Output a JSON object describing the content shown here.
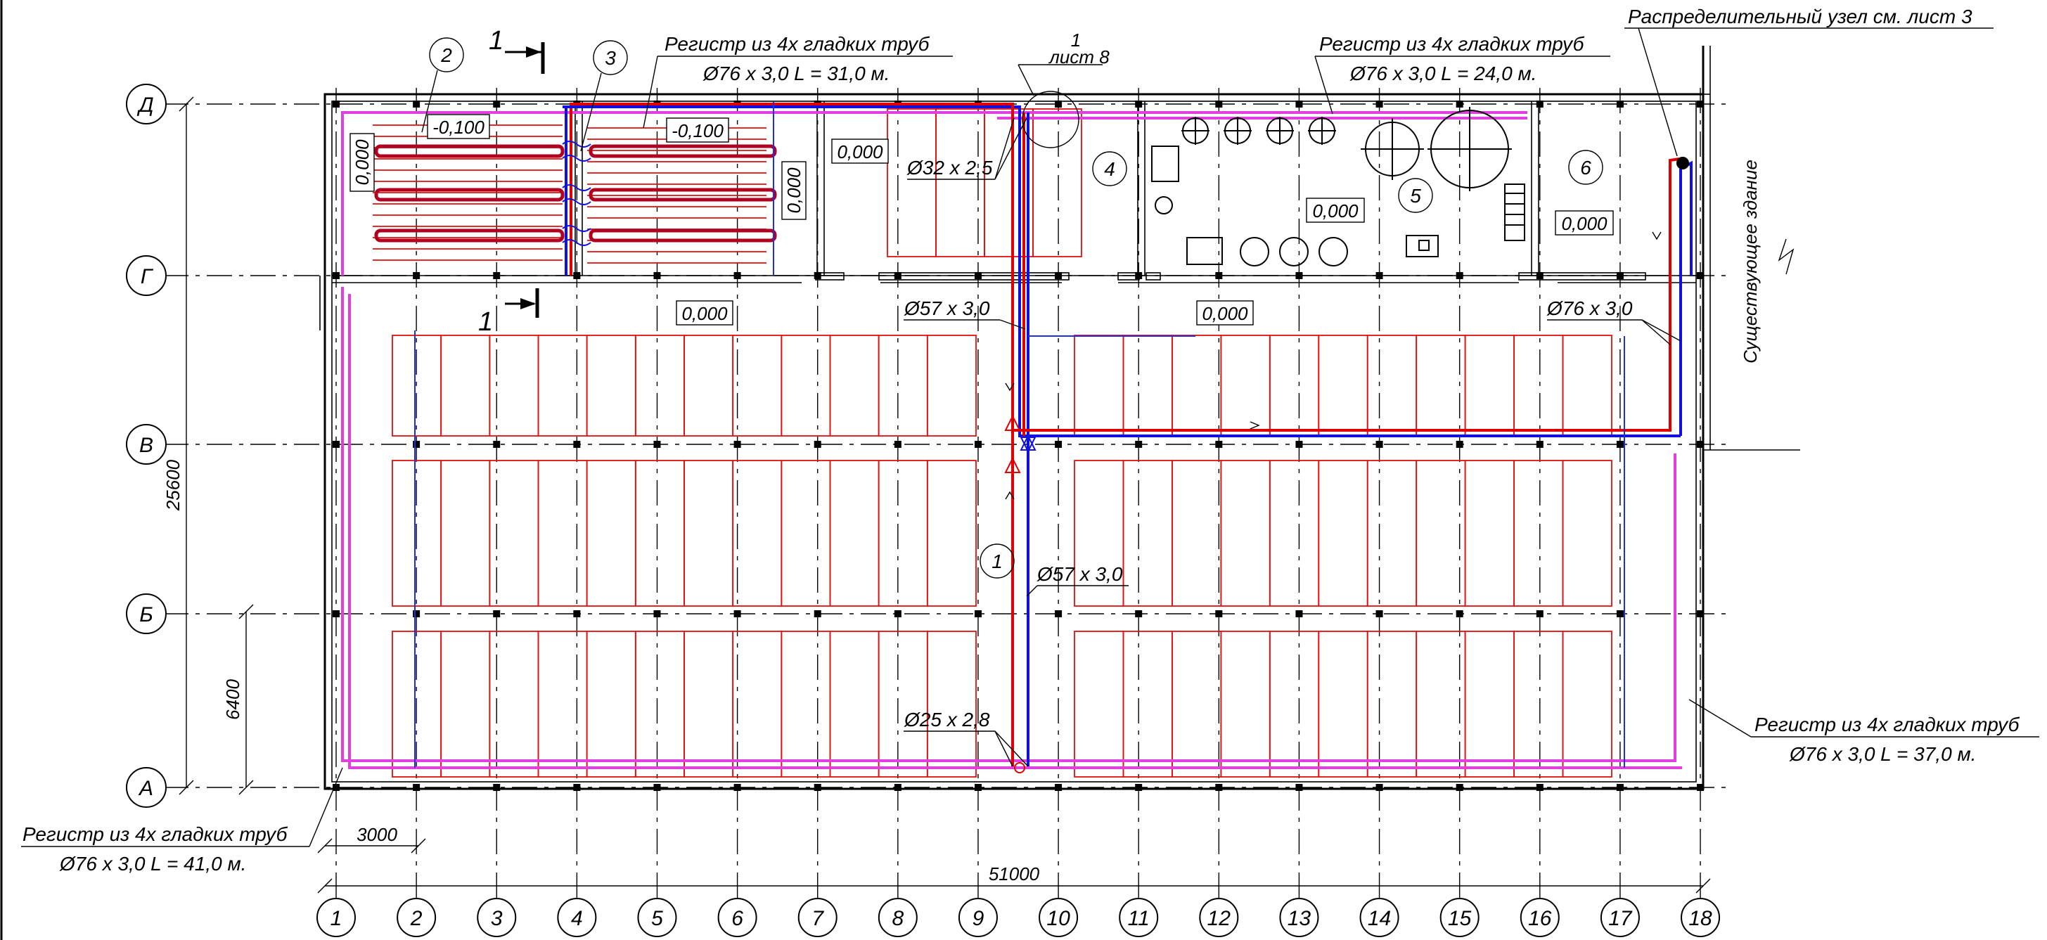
{
  "drawing": {
    "axes_letters": [
      "Д",
      "Г",
      "В",
      "Б",
      "А"
    ],
    "axes_numbers": [
      "1",
      "2",
      "3",
      "4",
      "5",
      "6",
      "7",
      "8",
      "9",
      "10",
      "11",
      "12",
      "13",
      "14",
      "15",
      "16",
      "17",
      "18"
    ],
    "dimensions": {
      "total_height": "25600",
      "partial_height": "6400",
      "bay_width": "3000",
      "total_width": "51000"
    },
    "section_mark": "1",
    "rooms": [
      "2",
      "3",
      "4",
      "5",
      "6",
      "1"
    ],
    "levels": [
      "-0,100",
      "-0,100",
      "0,000",
      "0,000",
      "0,000",
      "0,000",
      "0,000",
      "0,000",
      "0,000"
    ],
    "callouts": {
      "top_left": {
        "title": "Регистр из 4х гладких труб",
        "spec": "Ø76 x 3,0   L = 31,0 м."
      },
      "top_right": {
        "title": "Регистр из 4х гладких труб",
        "spec": "Ø76 x 3,0   L = 24,0 м."
      },
      "bottom_right": {
        "title": "Регистр из 4х гладких труб",
        "spec": "Ø76 x 3,0   L = 37,0 м."
      },
      "bottom_left": {
        "title": "Регистр из 4х гладких труб",
        "spec": "Ø76 x 3,0   L = 41,0 м."
      },
      "distribution": "Распределительный узел см. лист 3",
      "sheet_ref_num": "1",
      "sheet_ref_text": "лист 8"
    },
    "pipes": {
      "d32": "Ø32 x 2,5",
      "d57_top": "Ø57 x 3,0",
      "d76": "Ø76 x 3,0",
      "d57_mid": "Ø57 x 3,0",
      "d25": "Ø25 x 2,8"
    },
    "existing_building": "Существующее здание"
  },
  "colors": {
    "heating_loop": "#e01010",
    "register": "#e040e0",
    "supply": "#1010e0",
    "return": "#e00000"
  }
}
